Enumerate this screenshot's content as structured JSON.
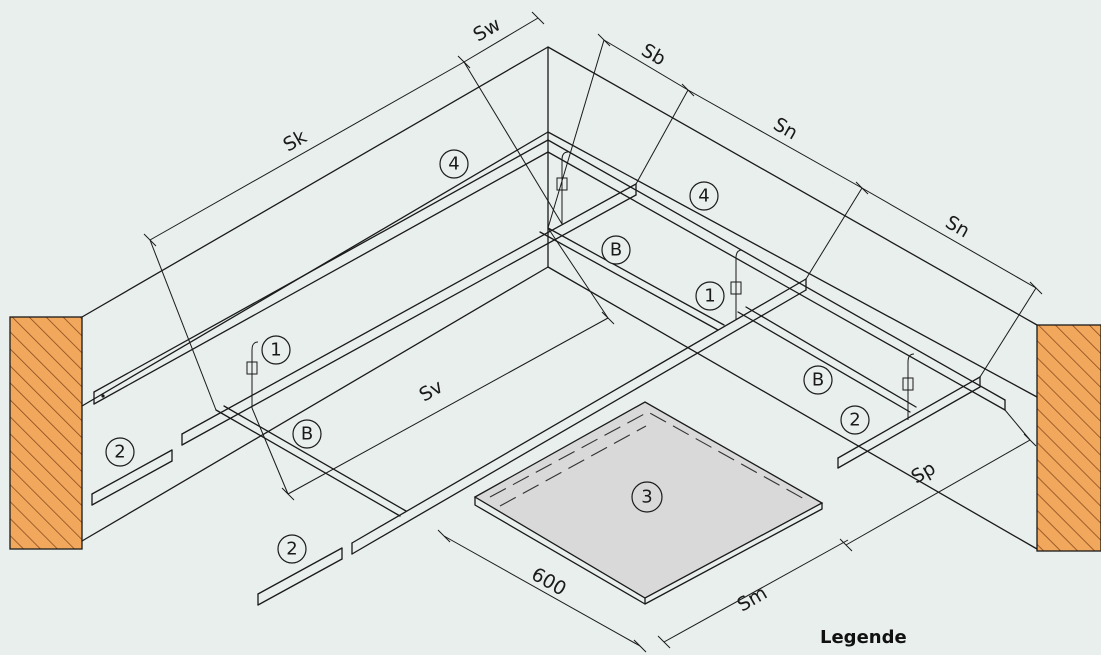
{
  "dimensions": {
    "sw": "Sw",
    "sb": "Sb",
    "sn_1": "Sn",
    "sn_2": "Sn",
    "sk": "Sk",
    "sv": "Sv",
    "sp": "Sp",
    "sm": "Sm",
    "panel_width": "600"
  },
  "callouts": {
    "c1a": "1",
    "c1b": "1",
    "c2a": "2",
    "c2b": "2",
    "c2c": "2",
    "c3": "3",
    "c4a": "4",
    "c4b": "4",
    "cBa": "B",
    "cBb": "B",
    "cBc": "B"
  },
  "legend": {
    "title": "Legende"
  },
  "colors": {
    "background": "#e8efec",
    "wall_hatch_fill": "#f2a85c",
    "wall_hatch_line": "#8a4a20",
    "panel_fill": "#d9d9d9",
    "line": "#1a1a1a"
  }
}
